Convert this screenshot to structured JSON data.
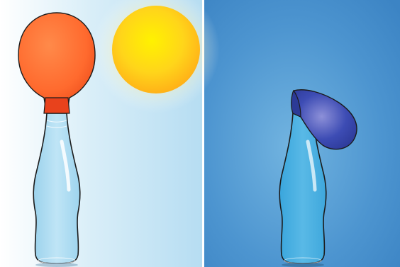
{
  "scene": {
    "panels": [
      {
        "id": "warm",
        "background": [
          "#ffffff",
          "#d6ecf7",
          "#b9e0f3"
        ],
        "balloon_state": "inflated",
        "balloon_color": "#ff6a2e",
        "balloon_neck_color": "#e8421c",
        "sun": true
      },
      {
        "id": "cold",
        "background": [
          "#6fb0dd",
          "#4a93cf",
          "#3d86c6"
        ],
        "balloon_state": "deflated",
        "balloon_color": "#3a4ab0"
      }
    ],
    "bottle_color": "#9fd3ee",
    "sun_color": "#ffd21f",
    "divider_color": "#ffffff"
  }
}
